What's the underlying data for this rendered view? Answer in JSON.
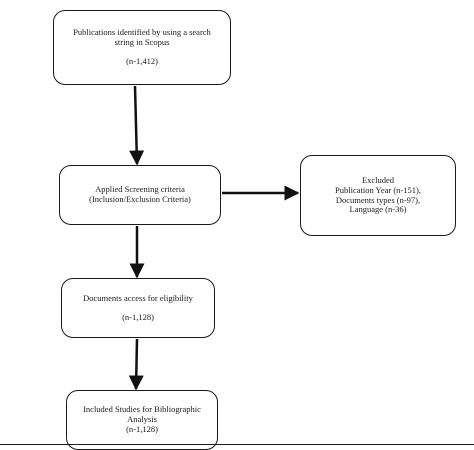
{
  "nodes": {
    "search": {
      "line1": "Publications identified by using a search",
      "line2": "string in Scopus",
      "count": "(n-1,412)"
    },
    "screening": {
      "line1": "Applied Screening criteria",
      "line2": "(Inclusion/Exclusion Criteria)"
    },
    "excluded": {
      "title": "Excluded",
      "line1": "Publication Year (n-151),",
      "line2": "Documents types (n-97),",
      "line3": "Language (n-36)"
    },
    "access": {
      "line1": "Documents access for eligibility",
      "count": "(n-1,128)"
    },
    "included": {
      "line1": "Included Studies for Bibliographic",
      "line2": "Analysis",
      "count": "(n-1,128)"
    }
  },
  "edges": [
    {
      "from": "search",
      "to": "screening"
    },
    {
      "from": "screening",
      "to": "excluded"
    },
    {
      "from": "screening",
      "to": "access"
    },
    {
      "from": "access",
      "to": "included"
    }
  ]
}
